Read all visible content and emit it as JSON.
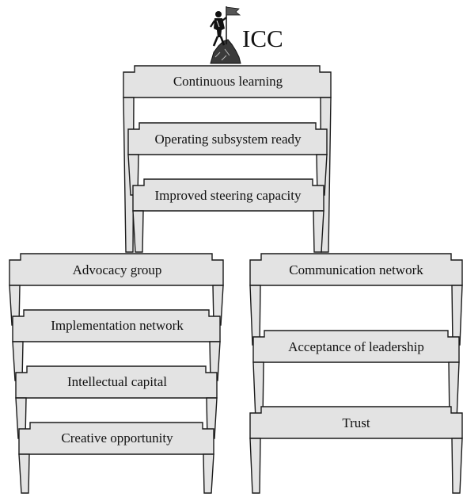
{
  "title": "ICC",
  "center_stack": [
    "Continuous learning",
    "Operating subsystem ready",
    "Improved steering capacity"
  ],
  "left_stack": [
    "Advocacy group",
    "Implementation network",
    "Intellectual capital",
    "Creative opportunity"
  ],
  "right_stack": [
    "Communication network",
    "Acceptance of leadership",
    "Trust"
  ],
  "colors": {
    "fill": "#e3e3e3",
    "stroke": "#1a1a1a",
    "background": "#ffffff"
  },
  "icons": {
    "summit": "climber-with-flag-icon"
  }
}
